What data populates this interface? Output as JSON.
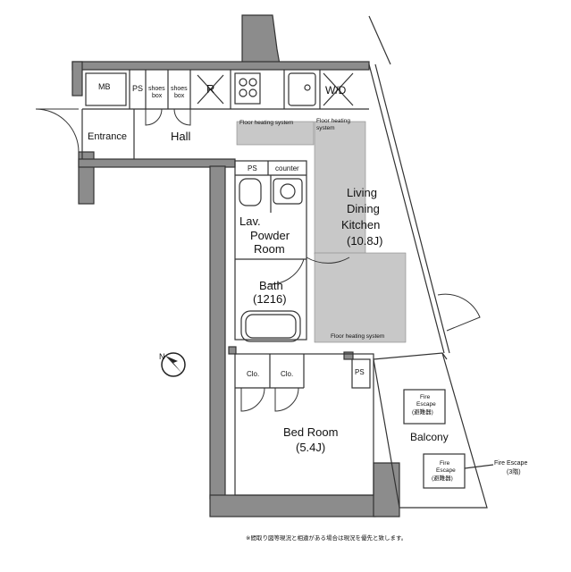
{
  "rooms": {
    "mb": "MB",
    "ps1": "PS",
    "shoes1": [
      "shoes",
      "box"
    ],
    "shoes2": [
      "shoes",
      "box"
    ],
    "r": "R",
    "wd": "W/D",
    "entrance": "Entrance",
    "hall": "Hall",
    "ps2": "PS",
    "counter": "counter",
    "ldk": [
      "Living",
      "Dining",
      "Kitchen",
      "(10.8J)"
    ],
    "lav": [
      "Lav.",
      "Powder",
      "Room"
    ],
    "bath": [
      "Bath",
      "(1216)"
    ],
    "clo1": "Clo.",
    "clo2": "Clo.",
    "ps3": "PS",
    "bedroom": [
      "Bed Room",
      "(5.4J)"
    ],
    "balcony": "Balcony"
  },
  "annotations": {
    "floor_heating_1": "Floor heating system",
    "floor_heating_2": [
      "Floor heating",
      "system"
    ],
    "floor_heating_3": "Floor heating system",
    "fire_escape_1": [
      "Fire",
      "Escape",
      "(避難器)"
    ],
    "fire_escape_2": [
      "Fire",
      "Escape",
      "(避難器)"
    ],
    "fire_escape_3": [
      "Fire Escape",
      "(3階)"
    ]
  },
  "compass": {
    "label": "N"
  },
  "footnote": "※間取り図等現況と相違がある場合は現況を優先と致します。",
  "colors": {
    "wall": "#8c8c8c",
    "heating": "#c8c8c8",
    "line": "#333333"
  }
}
